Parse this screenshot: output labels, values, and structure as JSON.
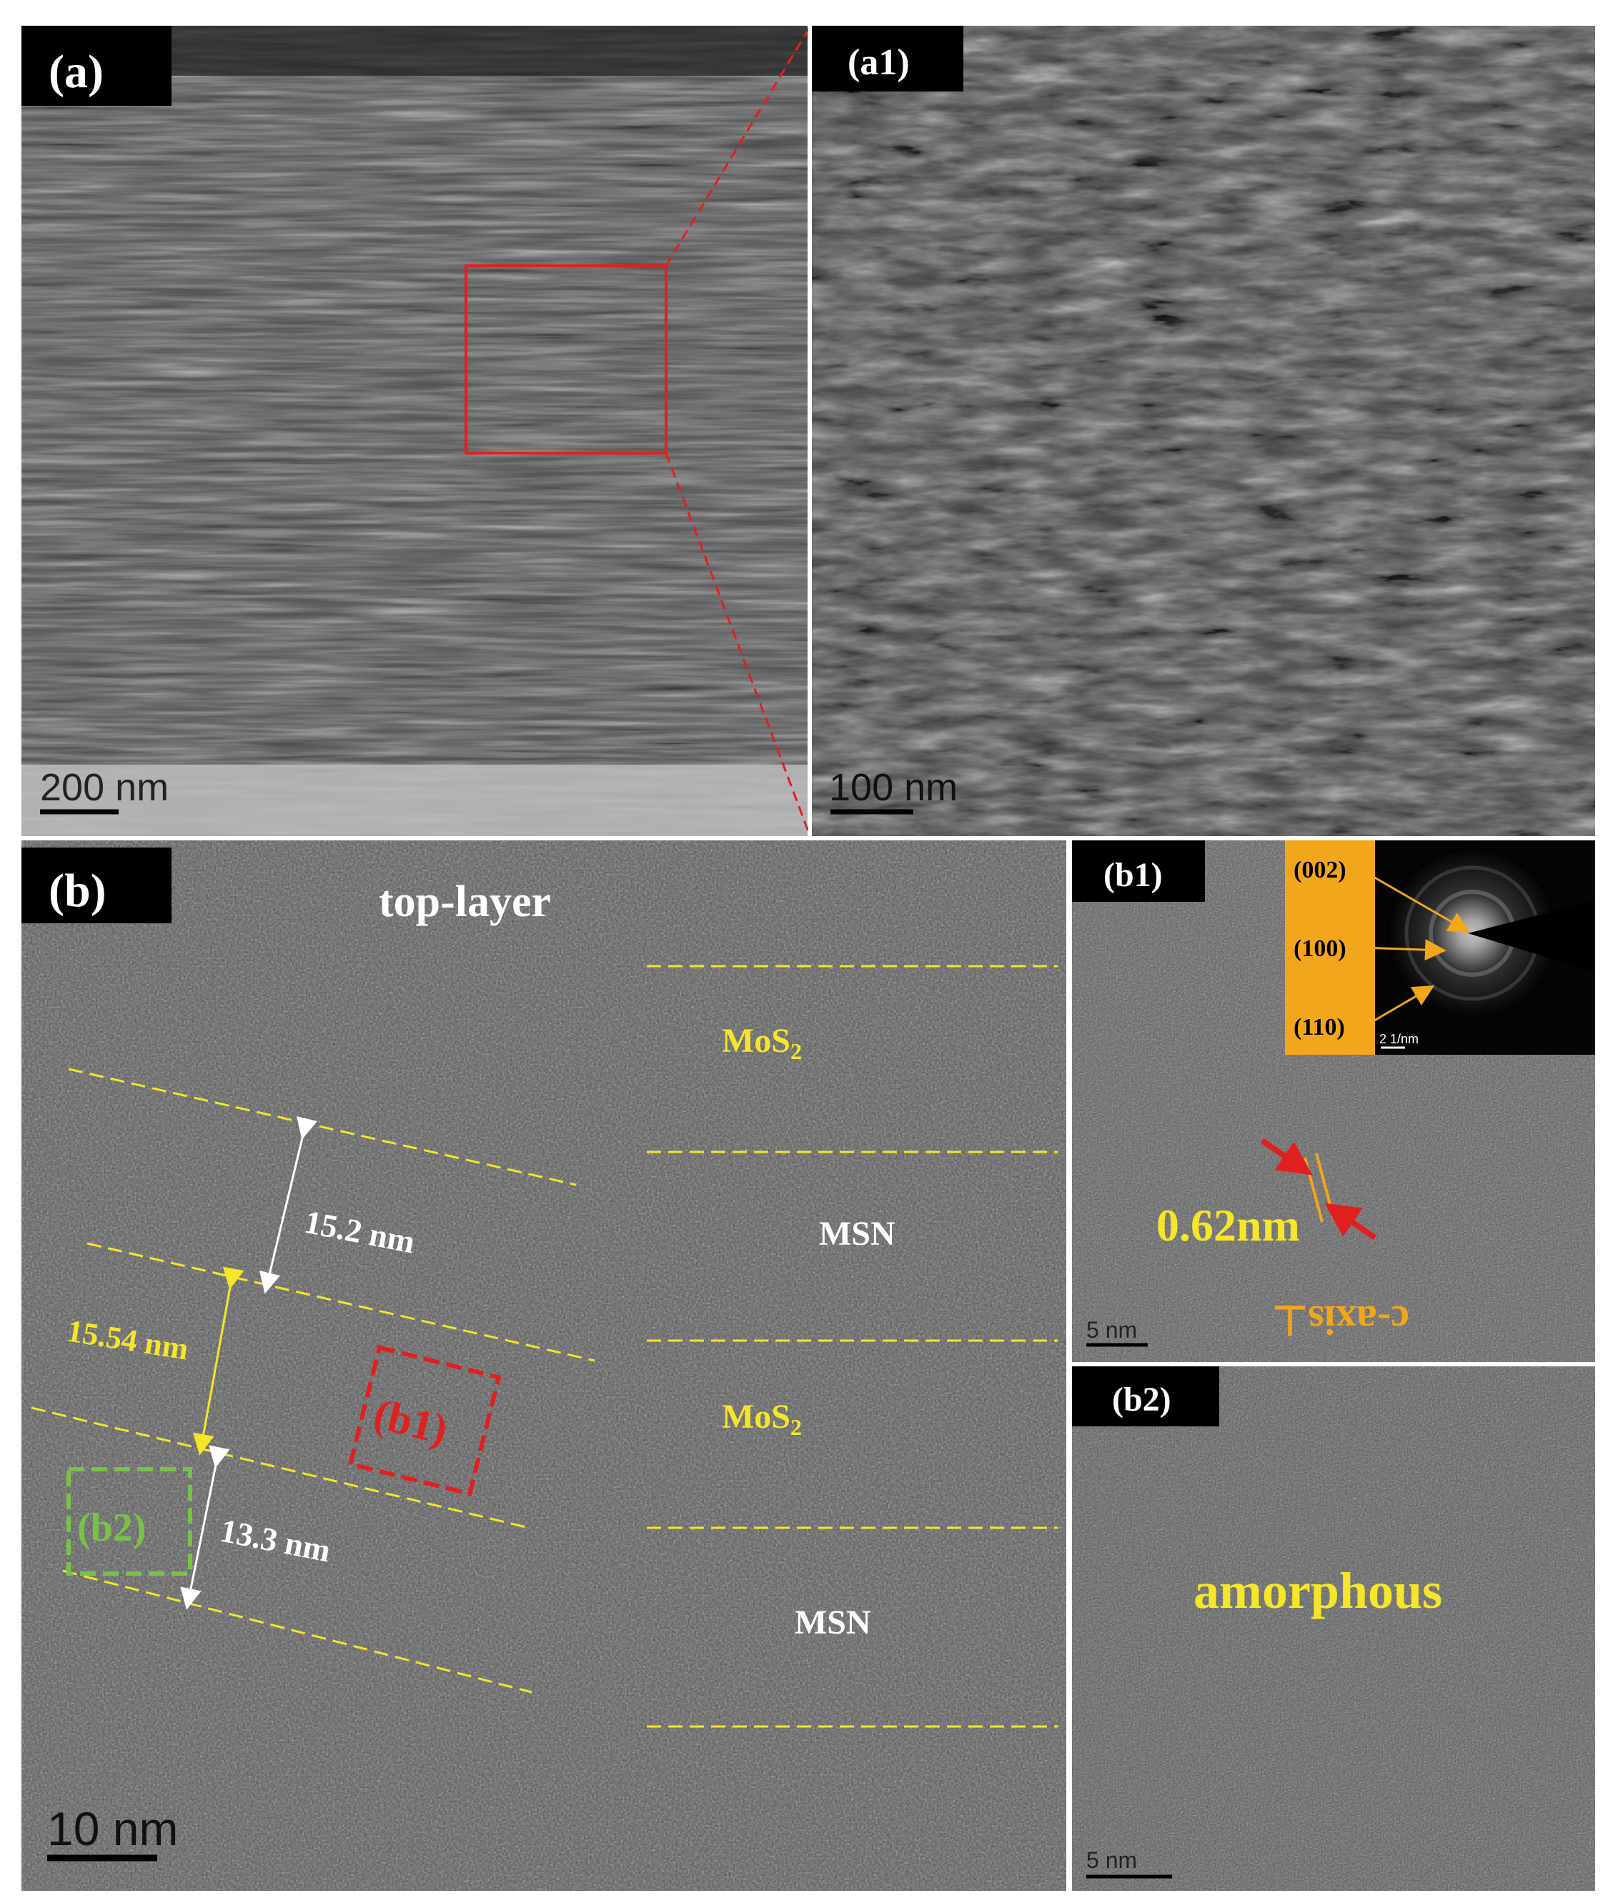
{
  "panels": {
    "a": {
      "label": "(a)",
      "scale": "200 nm"
    },
    "a1": {
      "label": "(a1)",
      "scale": "100 nm"
    },
    "b": {
      "label": "(b)",
      "scale": "10 nm",
      "top_label": "top-layer",
      "layers": [
        "MoS2",
        "MSN",
        "MoS2",
        "MSN"
      ],
      "measurements": [
        "15.2 nm",
        "15.54 nm",
        "13.3 nm"
      ],
      "boxes": [
        "(b1)",
        "(b2)"
      ]
    },
    "b1": {
      "label": "(b1)",
      "scale": "5 nm",
      "spacing": "0.62nm",
      "axis_note": "c-axis⊥",
      "saed": {
        "rings": [
          "(002)",
          "(100)",
          "(110)"
        ],
        "scale": "2 1/nm"
      }
    },
    "b2": {
      "label": "(b2)",
      "scale": "5 nm",
      "note": "amorphous"
    }
  },
  "colors": {
    "yellow": "#f5e62a",
    "red": "#e0201f",
    "green": "#78c24a",
    "orange": "#f2a61c"
  }
}
